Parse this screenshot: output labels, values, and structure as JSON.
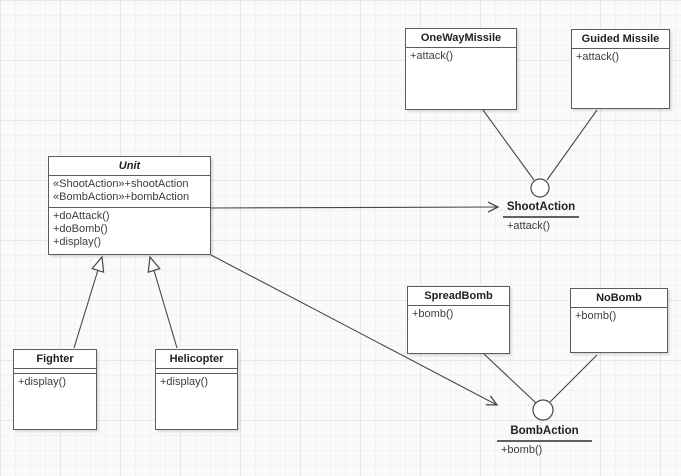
{
  "classes": {
    "unit": {
      "name": "Unit",
      "abstract": true,
      "attributes": [
        "«ShootAction»+shootAction",
        "«BombAction»+bombAction"
      ],
      "methods": [
        "+doAttack()",
        "+doBomb()",
        "+display()"
      ]
    },
    "fighter": {
      "name": "Fighter",
      "attributes": [],
      "methods": [
        "+display()"
      ]
    },
    "helicopter": {
      "name": "Helicopter",
      "attributes": [],
      "methods": [
        "+display()"
      ]
    },
    "onewaymissile": {
      "name": "OneWayMissile",
      "methods": [
        "+attack()"
      ]
    },
    "guidedmissile": {
      "name": "Guided Missile",
      "methods": [
        "+attack()"
      ]
    },
    "spreadbomb": {
      "name": "SpreadBomb",
      "methods": [
        "+bomb()"
      ]
    },
    "nobomb": {
      "name": "NoBomb",
      "methods": [
        "+bomb()"
      ]
    }
  },
  "interfaces": {
    "shootaction": {
      "name": "ShootAction",
      "methods": [
        "+attack()"
      ]
    },
    "bombaction": {
      "name": "BombAction",
      "methods": [
        "+bomb()"
      ]
    }
  },
  "relationships": [
    {
      "type": "generalization",
      "from": "Fighter",
      "to": "Unit"
    },
    {
      "type": "generalization",
      "from": "Helicopter",
      "to": "Unit"
    },
    {
      "type": "dependency-arrow",
      "from": "Unit",
      "to": "ShootAction"
    },
    {
      "type": "dependency-arrow",
      "from": "Unit",
      "to": "BombAction"
    },
    {
      "type": "interface-realization",
      "from": "OneWayMissile",
      "to": "ShootAction"
    },
    {
      "type": "interface-realization",
      "from": "Guided Missile",
      "to": "ShootAction"
    },
    {
      "type": "interface-realization",
      "from": "SpreadBomb",
      "to": "BombAction"
    },
    {
      "type": "interface-realization",
      "from": "NoBomb",
      "to": "BombAction"
    }
  ],
  "colors": {
    "background": "#fafafa",
    "grid_minor": "#f2f2f2",
    "grid_major": "#e7e7e7",
    "box_fill": "#ffffff",
    "box_border": "#5c5c5c",
    "line": "#474747",
    "title_text": "#1f1f1f",
    "member_text": "#3d3d3d"
  }
}
